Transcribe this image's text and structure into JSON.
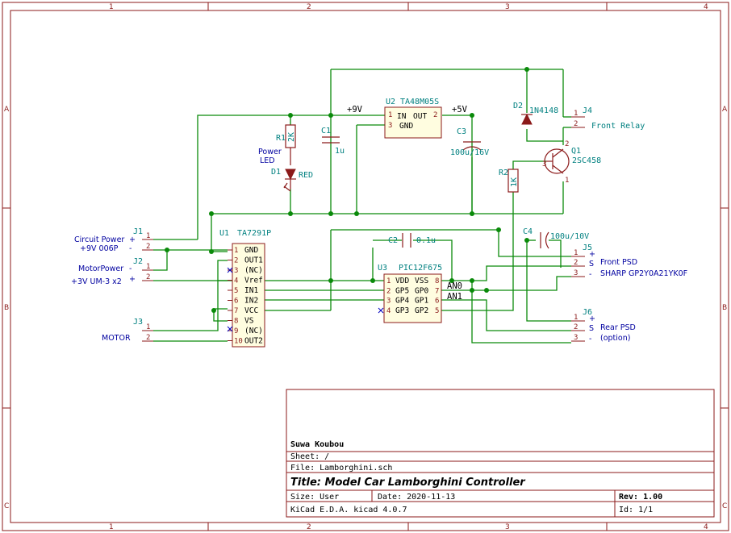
{
  "grid": {
    "cols": [
      "1",
      "2",
      "3",
      "4"
    ],
    "rows": [
      "A",
      "B",
      "C"
    ]
  },
  "components": {
    "U1": {
      "ref": "U1",
      "value": "TA7291P",
      "pins_left": [
        [
          "1",
          "GND"
        ],
        [
          "2",
          "OUT1"
        ],
        [
          "3",
          "(NC)"
        ],
        [
          "4",
          "Vref"
        ],
        [
          "5",
          "IN1"
        ],
        [
          "6",
          "IN2"
        ],
        [
          "7",
          "VCC"
        ],
        [
          "8",
          "VS"
        ],
        [
          "9",
          "(NC)"
        ],
        [
          "10",
          "OUT2"
        ]
      ]
    },
    "U2": {
      "ref": "U2",
      "value": "TA48M05S",
      "in_num": "1",
      "in": "IN",
      "out": "OUT",
      "out_num": "2",
      "gnd": "GND",
      "gnd_num": "3"
    },
    "U3": {
      "ref": "U3",
      "value": "PIC12F675",
      "left": [
        [
          "1",
          "VDD"
        ],
        [
          "2",
          "GP5"
        ],
        [
          "3",
          "GP4"
        ],
        [
          "4",
          "GP3"
        ]
      ],
      "right": [
        [
          "8",
          "VSS"
        ],
        [
          "7",
          "GP0"
        ],
        [
          "6",
          "GP1"
        ],
        [
          "5",
          "GP2"
        ]
      ]
    },
    "R1": {
      "ref": "R1",
      "value": "2K"
    },
    "R2": {
      "ref": "R2",
      "value": "1K"
    },
    "C1": {
      "ref": "C1",
      "value": "1u"
    },
    "C2": {
      "ref": "C2",
      "value": "0.1u"
    },
    "C3": {
      "ref": "C3",
      "value": "100u/16V"
    },
    "C4": {
      "ref": "C4",
      "value": "100u/10V"
    },
    "D1": {
      "ref": "D1",
      "value": "RED"
    },
    "D2": {
      "ref": "D2",
      "value": "1N4148"
    },
    "Q1": {
      "ref": "Q1",
      "value": "2SC458",
      "p1": "1",
      "p2": "2",
      "p3": "3"
    },
    "J1": {
      "ref": "J1",
      "label": "Circuit Power",
      "sub": "+9V 006P",
      "p1": "1",
      "p2": "2",
      "p1s": "+",
      "p2s": "-"
    },
    "J2": {
      "ref": "J2",
      "label": "MotorPower",
      "sub": "+3V UM-3 x2",
      "p1": "1",
      "p2": "2",
      "p1s": "-",
      "p2s": "+"
    },
    "J3": {
      "ref": "J3",
      "label": "MOTOR",
      "p1": "1",
      "p2": "2"
    },
    "J4": {
      "ref": "J4",
      "label": "Front Relay",
      "p1": "1",
      "p2": "2"
    },
    "J5": {
      "ref": "J5",
      "label": "Front PSD",
      "sub": "SHARP GP2Y0A21YK0F",
      "p1": "1",
      "p2": "2",
      "p3": "3",
      "s1": "+",
      "s2": "S",
      "s3": "-"
    },
    "J6": {
      "ref": "J6",
      "label": "Rear PSD",
      "sub": "(option)",
      "p1": "1",
      "p2": "2",
      "p3": "3",
      "s1": "+",
      "s2": "S",
      "s3": "-"
    }
  },
  "nets": {
    "v9": "+9V",
    "v5": "+5V",
    "an0": "AN0",
    "an1": "AN1",
    "led_label1": "Power",
    "led_label2": "LED"
  },
  "title_block": {
    "company": "Suwa Koubou",
    "sheet": "Sheet: /",
    "file": "File: Lamborghini.sch",
    "title": "Title: Model Car Lamborghini Controller",
    "size": "Size: User",
    "date": "Date: 2020-11-13",
    "rev": "Rev: 1.00",
    "tool": "KiCad E.D.A.  kicad 4.0.7",
    "id": "Id: 1/1"
  }
}
